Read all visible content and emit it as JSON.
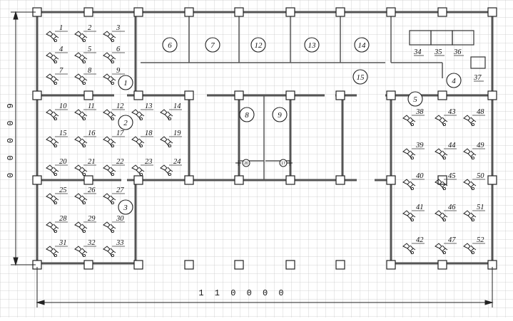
{
  "dimensions": {
    "horizontal": "1 1 0 0 0 0",
    "vertical": "6 0 0 0 0"
  },
  "zones": [
    "1",
    "2",
    "3",
    "4",
    "5",
    "6",
    "7",
    "8",
    "9",
    "12",
    "13",
    "14",
    "15"
  ],
  "workstations": [
    "1",
    "2",
    "3",
    "4",
    "5",
    "6",
    "7",
    "8",
    "9",
    "10",
    "11",
    "12",
    "13",
    "14",
    "15",
    "16",
    "17",
    "18",
    "19",
    "20",
    "21",
    "22",
    "23",
    "24",
    "25",
    "26",
    "27",
    "28",
    "29",
    "30",
    "31",
    "32",
    "33",
    "38",
    "39",
    "40",
    "41",
    "42",
    "43",
    "44",
    "45",
    "46",
    "47",
    "48",
    "49",
    "50",
    "51",
    "52"
  ],
  "equipment": [
    "34",
    "35",
    "36",
    "37"
  ],
  "small_markers": [
    "20",
    "17"
  ]
}
